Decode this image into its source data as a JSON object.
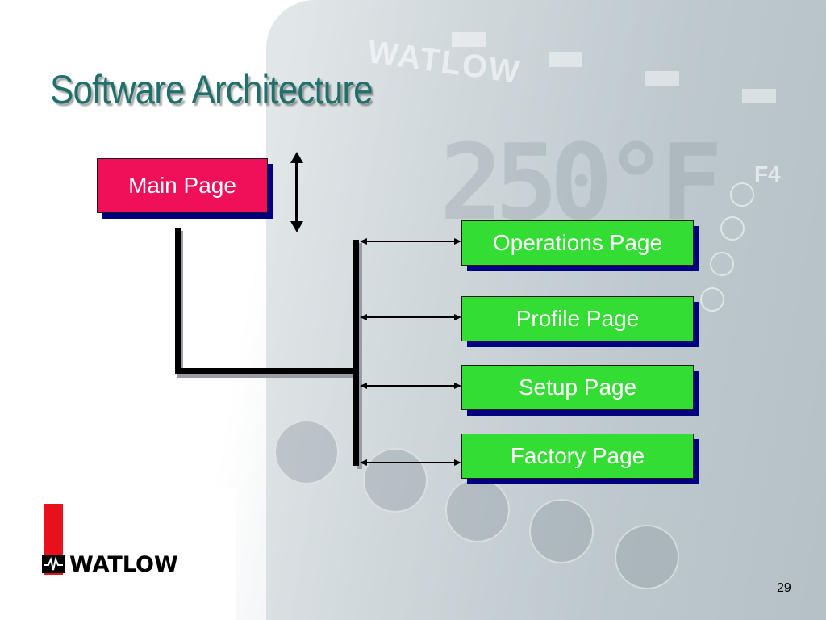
{
  "slide": {
    "title": "Software Architecture",
    "page_number": "29"
  },
  "diagram": {
    "root": "Main Page",
    "children": [
      "Operations Page",
      "Profile Page",
      "Setup Page",
      "Factory Page"
    ]
  },
  "logo": {
    "text": "WATLOW"
  },
  "background": {
    "device_brand": "WATLOW",
    "display_reading": "250°F",
    "model": "F4"
  },
  "colors": {
    "title": "#1f6f6a",
    "root_box": "#f0105a",
    "child_box": "#33dd33",
    "box_shadow": "#000080",
    "logo_red": "#e8101a"
  }
}
